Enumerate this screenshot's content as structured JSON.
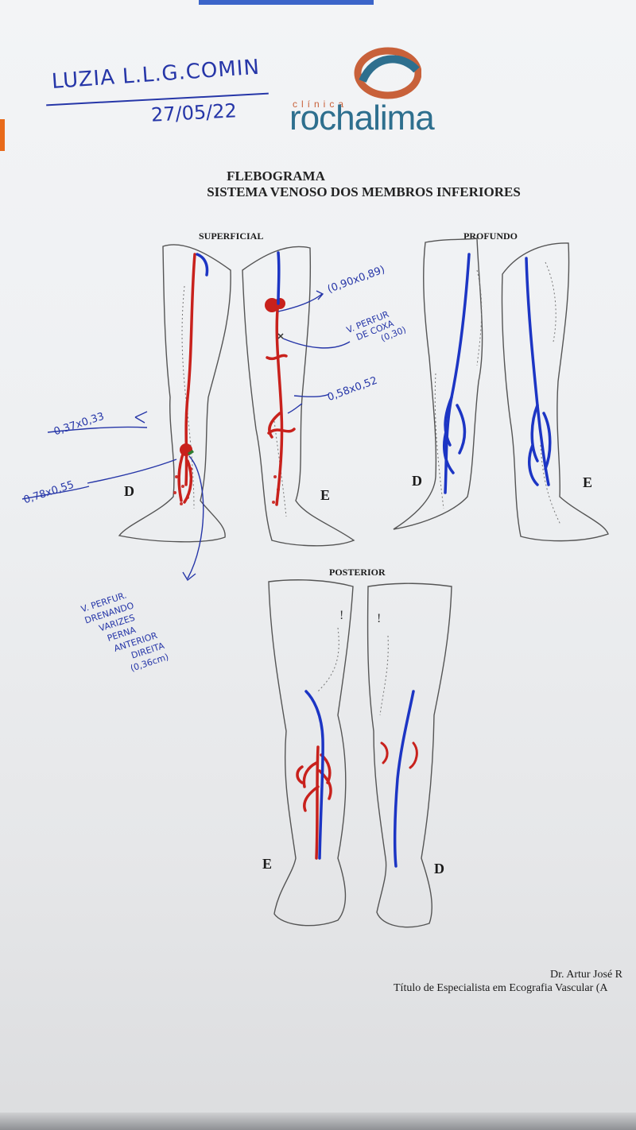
{
  "header": {
    "patient_name": "LUZIA L.L.G.COMIN",
    "date": "27/05/22",
    "logo_small": "clínica",
    "logo_brand": "rochalima"
  },
  "title": {
    "line1": "FLEBOGRAMA",
    "line2": "SISTEMA VENOSO DOS MEMBROS INFERIORES"
  },
  "sections": {
    "superficial": "SUPERFICIAL",
    "profundo": "PROFUNDO",
    "posterior": "POSTERIOR"
  },
  "side_labels": {
    "sup_right": "D",
    "sup_left": "E",
    "prof_right": "D",
    "prof_left": "E",
    "post_left": "E",
    "post_right": "D"
  },
  "annotations": {
    "m1": "0,37x0,33",
    "m2": "0,78x0,55",
    "m3": "(0,90x0,89)",
    "m4": "0,58x0,52",
    "perfur_coxa": [
      "V. PERFUR",
      "DE COXA",
      "(0,30)"
    ],
    "perfur_perna": [
      "V. PERFUR.",
      "DRENANDO",
      "VARIZES",
      "PERNA",
      "ANTERIOR",
      "DIREITA",
      "(0,36cm)"
    ],
    "post_marks": [
      "!",
      "!"
    ]
  },
  "colors": {
    "red_marker": "#c8211c",
    "blue_marker": "#1c35c4",
    "ink": "#2636a8",
    "logo_teal": "#2e6f8e",
    "logo_orange": "#c8613a"
  },
  "footer": {
    "doctor": "Dr. Artur José R",
    "title": "Título de Especialista em Ecografia Vascular (A"
  }
}
